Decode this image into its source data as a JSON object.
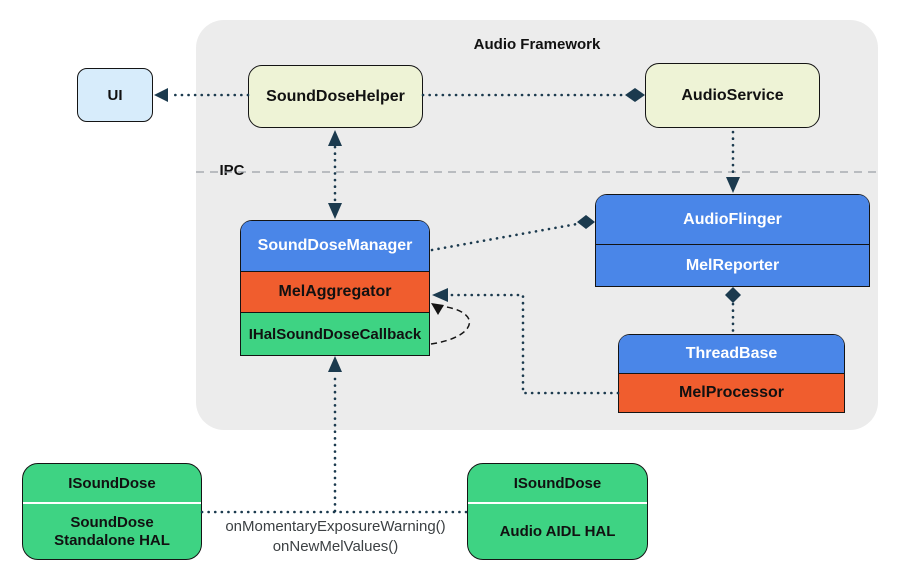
{
  "diagram": {
    "framework_label": "Audio Framework",
    "ipc_label": "IPC",
    "nodes": {
      "ui": {
        "label": "UI"
      },
      "sound_dose_helper": {
        "label": "SoundDoseHelper"
      },
      "audio_service": {
        "label": "AudioService"
      },
      "sound_dose_manager": {
        "label": "SoundDoseManager"
      },
      "mel_aggregator": {
        "label": "MelAggregator"
      },
      "ihal_sound_dose_callback": {
        "label": "IHalSoundDoseCallback"
      },
      "audio_flinger": {
        "label": "AudioFlinger"
      },
      "mel_reporter": {
        "label": "MelReporter"
      },
      "thread_base": {
        "label": "ThreadBase"
      },
      "mel_processor": {
        "label": "MelProcessor"
      },
      "standalone_hal": {
        "interface_label": "ISoundDose",
        "label_line1": "SoundDose",
        "label_line2": "Standalone HAL"
      },
      "aidl_hal": {
        "interface_label": "ISoundDose",
        "label": "Audio AIDL HAL"
      }
    },
    "callback_labels": {
      "line1": "onMomentaryExposureWarning()",
      "line2": "onNewMelValues()"
    },
    "colors": {
      "framework_background": "#ececec",
      "blue_component": "#4a86e8",
      "orange_component": "#f05d2e",
      "green_component": "#3ed383",
      "pale_yellow_component": "#eef3d6",
      "light_blue_component": "#d7ecfb",
      "connector_navy": "#1b3a4e",
      "ipc_line_gray": "#9aa0a6"
    }
  }
}
